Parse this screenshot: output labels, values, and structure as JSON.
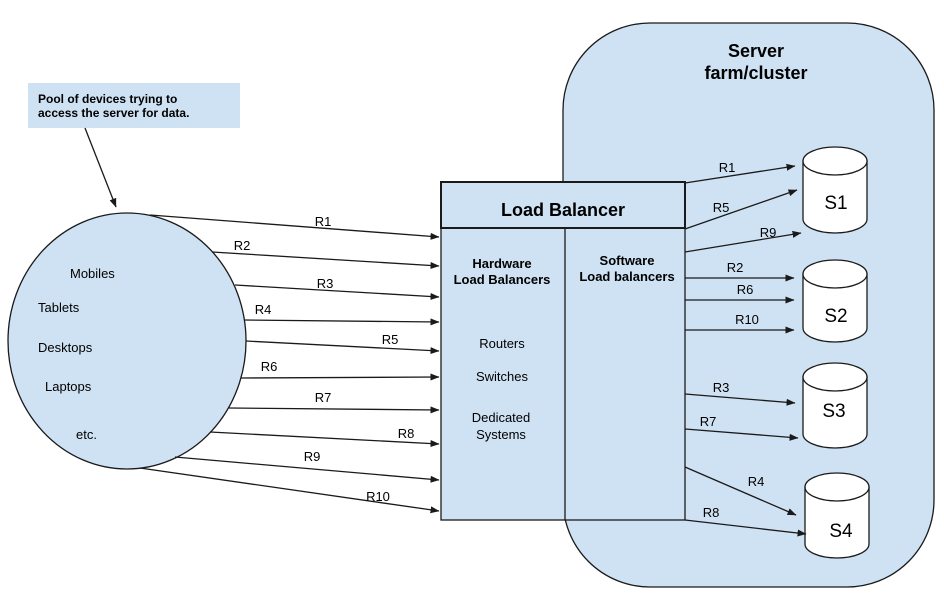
{
  "colors": {
    "shape_fill": "#cfe2f3",
    "server_fill": "#ffffff",
    "stroke": "#1a1a1a"
  },
  "callout": {
    "line1": "Pool of devices trying to",
    "line2": "access the server for data."
  },
  "device_pool": {
    "items": [
      "Mobiles",
      "Tablets",
      "Desktops",
      "Laptops",
      "etc."
    ]
  },
  "load_balancer": {
    "title": "Load Balancer",
    "hardware": {
      "line1": "Hardware",
      "line2": "Load Balancers",
      "items": [
        "Routers",
        "Switches",
        "Dedicated",
        "Systems"
      ]
    },
    "software": {
      "line1": "Software",
      "line2": "Load balancers"
    }
  },
  "server_farm": {
    "title_line1": "Server",
    "title_line2": "farm/cluster",
    "servers": [
      "S1",
      "S2",
      "S3",
      "S4"
    ]
  },
  "requests": {
    "incoming": [
      "R1",
      "R2",
      "R3",
      "R4",
      "R5",
      "R6",
      "R7",
      "R8",
      "R9",
      "R10"
    ],
    "outgoing": [
      {
        "label": "R1",
        "to": "S1"
      },
      {
        "label": "R5",
        "to": "S1"
      },
      {
        "label": "R9",
        "to": "S1"
      },
      {
        "label": "R2",
        "to": "S2"
      },
      {
        "label": "R6",
        "to": "S2"
      },
      {
        "label": "R10",
        "to": "S2"
      },
      {
        "label": "R3",
        "to": "S3"
      },
      {
        "label": "R7",
        "to": "S3"
      },
      {
        "label": "R4",
        "to": "S4"
      },
      {
        "label": "R8",
        "to": "S4"
      }
    ]
  }
}
